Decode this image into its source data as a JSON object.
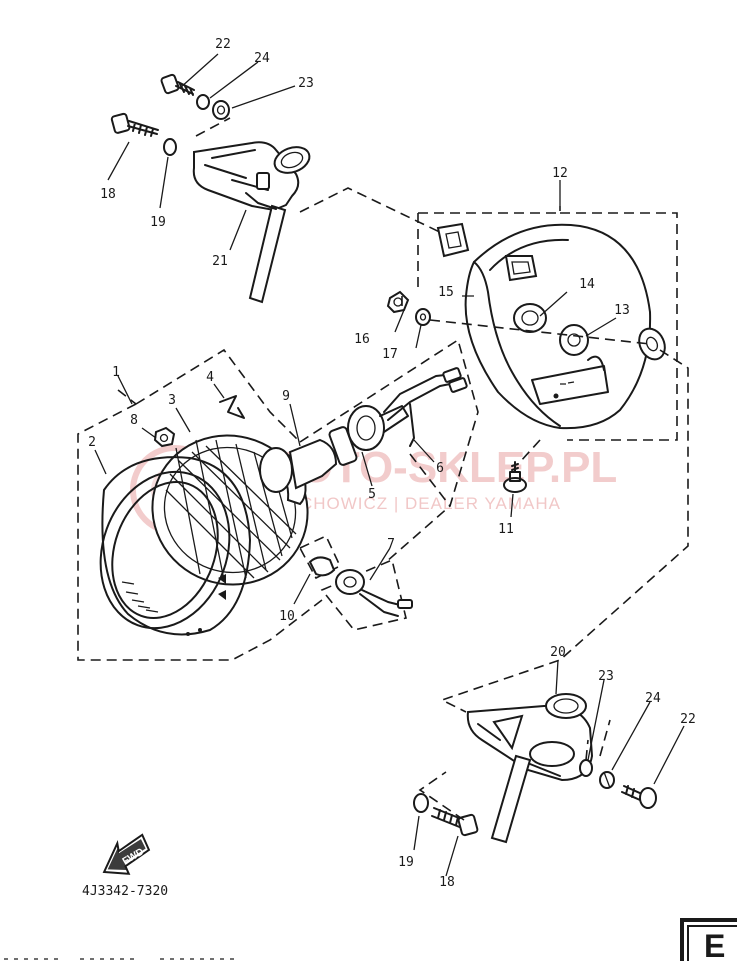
{
  "diagram": {
    "part_code": "4J3342-7320",
    "direction_label": "FWD",
    "page_badge": "E",
    "watermark": {
      "main": "MOTO-SKLEP.PL",
      "sub": "MALCHOWICZ | DEALER YAMAHA"
    },
    "callouts": {
      "p1": "1",
      "p2": "2",
      "p3": "3",
      "p4": "4",
      "p5": "5",
      "p6": "6",
      "p7": "7",
      "p8": "8",
      "p9": "9",
      "p10": "10",
      "p11": "11",
      "p12": "12",
      "p13": "13",
      "p14": "14",
      "p15": "15",
      "p16": "16",
      "p17": "17",
      "p18a": "18",
      "p19a": "19",
      "p21": "21",
      "p22a": "22",
      "p23a": "23",
      "p24a": "24",
      "p18b": "18",
      "p19b": "19",
      "p20": "20",
      "p22b": "22",
      "p23b": "23",
      "p24b": "24"
    }
  }
}
